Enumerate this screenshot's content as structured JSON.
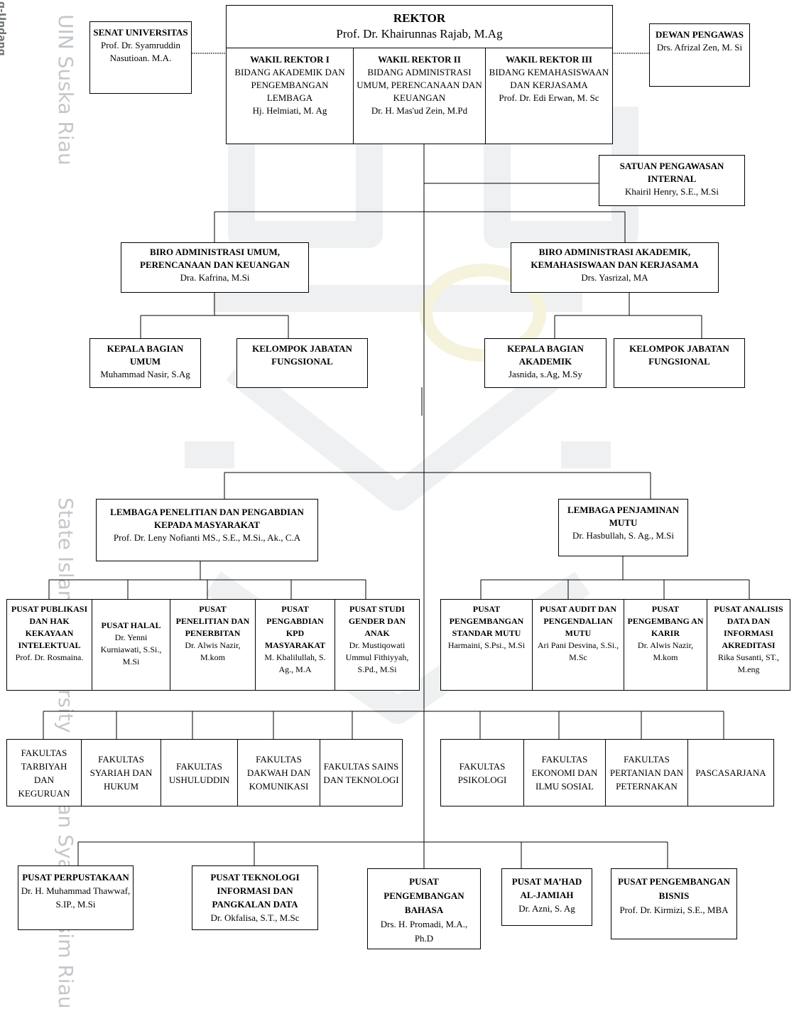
{
  "side_text": {
    "edge": "g-Undang",
    "upper": "UIN Suska Riau",
    "lower": "State Islamic University of Sultan Syarif Kasim Riau"
  },
  "rektor": {
    "title": "REKTOR",
    "name": "Prof. Dr. Khairunnas Rajab, M.Ag"
  },
  "senat": {
    "title": "SENAT UNIVERSITAS",
    "name": "Prof. Dr. Syamruddin Nasutioan. M.A."
  },
  "dewan": {
    "title": "DEWAN PENGAWAS",
    "name": "Drs. Afrizal Zen, M. Si"
  },
  "wr1": {
    "title": "WAKIL REKTOR I",
    "desc": "BIDANG AKADEMIK DAN PENGEMBANGAN LEMBAGA",
    "name": "Hj. Helmiati, M. Ag"
  },
  "wr2": {
    "title": "WAKIL REKTOR II",
    "desc": "BIDANG ADMINISTRASI UMUM, PERENCANAAN DAN KEUANGAN",
    "name": "Dr. H. Mas'ud Zein, M.Pd"
  },
  "wr3": {
    "title": "WAKIL REKTOR III",
    "desc": "BIDANG KEMAHASISWAAN DAN KERJASAMA",
    "name": "Prof. Dr. Edi Erwan, M. Sc"
  },
  "spi": {
    "title": "SATUAN PENGAWASAN INTERNAL",
    "name": "Khairil Henry, S.E., M.Si"
  },
  "biro_umum": {
    "title": "BIRO ADMINISTRASI UMUM, PERENCANAAN DAN KEUANGAN",
    "name": "Dra. Kafrina, M.Si"
  },
  "biro_akad": {
    "title": "BIRO ADMINISTRASI AKADEMIK, KEMAHASISWAAN DAN KERJASAMA",
    "name": "Drs. Yasrizal, MA"
  },
  "kabag_umum": {
    "title": "KEPALA BAGIAN UMUM",
    "name": "Muhammad Nasir, S.Ag"
  },
  "kjf_left": {
    "title": "KELOMPOK JABATAN FUNGSIONAL"
  },
  "kabag_akad": {
    "title": "KEPALA BAGIAN AKADEMIK",
    "name": "Jasnida, s.Ag, M.Sy"
  },
  "kjf_right": {
    "title": "KELOMPOK JABATAN FUNGSIONAL"
  },
  "lppm": {
    "title": "LEMBAGA PENELITIAN DAN PENGABDIAN KEPADA MASYARAKAT",
    "name": "Prof. Dr. Leny Nofianti MS., S.E., M.Si., Ak., C.A"
  },
  "lpm": {
    "title": "LEMBAGA PENJAMINAN MUTU",
    "name": "Dr. Hasbullah, S. Ag., M.Si"
  },
  "pusat_lppm": [
    {
      "title": "PUSAT PUBLIKASI DAN HAK KEKAYAAN INTELEKTUAL",
      "name": "Prof. Dr. Rosmaina."
    },
    {
      "title": "PUSAT HALAL",
      "name": "Dr. Yenni Kurniawati, S.Si., M.Si"
    },
    {
      "title": "PUSAT PENELITIAN DAN PENERBITAN",
      "name": "Dr. Alwis Nazir, M.kom"
    },
    {
      "title": "PUSAT PENGABDIAN KPD MASYARAKAT",
      "name": "M. Khalilullah, S. Ag., M.A"
    },
    {
      "title": "PUSAT STUDI GENDER DAN ANAK",
      "name": "Dr. Mustiqowati Ummul Fithiyyah, S.Pd., M.Si"
    }
  ],
  "pusat_lpm": [
    {
      "title": "PUSAT PENGEMBANGAN STANDAR MUTU",
      "name": "Harmaini, S.Psi., M.Si"
    },
    {
      "title": "PUSAT AUDIT DAN PENGENDALIAN MUTU",
      "name": "Ari Pani Desvina, S.Si., M.Sc"
    },
    {
      "title": "PUSAT PENGEMBANG AN KARIR",
      "name": "Dr. Alwis Nazir, M.kom"
    },
    {
      "title": "PUSAT ANALISIS DATA DAN INFORMASI AKREDITASI",
      "name": "Rika Susanti, ST., M.eng"
    }
  ],
  "fakultas": [
    "FAKULTAS TARBIYAH DAN KEGURUAN",
    "FAKULTAS SYARIAH DAN HUKUM",
    "FAKULTAS USHULUDDIN",
    "FAKULTAS DAKWAH DAN KOMUNIKASI",
    "FAKULTAS SAINS DAN TEKNOLOGI",
    "FAKULTAS PSIKOLOGI",
    "FAKULTAS EKONOMI DAN ILMU SOSIAL",
    "FAKULTAS PERTANIAN DAN PETERNAKAN",
    "PASCASARJANA"
  ],
  "pusat_bottom": [
    {
      "title": "PUSAT PERPUSTAKAAN",
      "name": "Dr. H. Muhammad Thawwaf, S.IP., M.Si"
    },
    {
      "title": "PUSAT TEKNOLOGI INFORMASI DAN PANGKALAN DATA",
      "name": "Dr. Okfalisa, S.T., M.Sc"
    },
    {
      "title": "PUSAT PENGEMBANGAN BAHASA",
      "name": "Drs. H. Promadi, M.A., Ph.D"
    },
    {
      "title": "PUSAT MA’HAD AL-JAMIAH",
      "name": "Dr. Azni, S. Ag"
    },
    {
      "title": "PUSAT PENGEMBANGAN BISNIS",
      "name": "Prof. Dr. Kirmizi, S.E., MBA"
    }
  ]
}
